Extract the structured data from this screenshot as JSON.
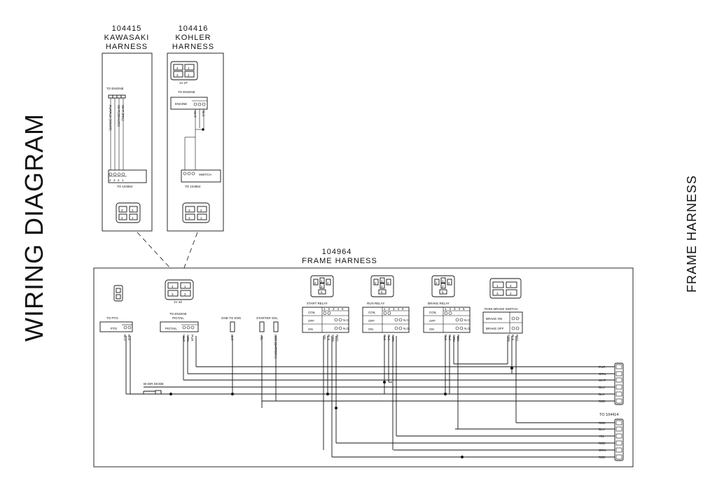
{
  "titles": {
    "left": "WIRING DIAGRAM",
    "right": "FRAME HARNESS"
  },
  "kawasaki": {
    "part": "104415",
    "line1": "KAWASAKI",
    "line2": "HARNESS",
    "to_engine": "TO ENGINE",
    "to_bottom": "TO 104964",
    "wire_labels": [
      "PURPLE (START)",
      "WHT(SEALED)",
      "BLK",
      "WHT (FEL)"
    ],
    "pins": [
      "1",
      "2",
      "3",
      "4"
    ]
  },
  "kohler": {
    "part": "104416",
    "line1": "KOHLER",
    "line2": "HARNESS",
    "to_engine": "TO ENGINE",
    "engine": "ENGINE",
    "switch": "SWITCH",
    "to_bottom": "TO 104964",
    "top_label": "1V 2T",
    "pins": [
      "1",
      "2",
      "3",
      "4"
    ],
    "wire_labels": [
      "WHT",
      "BLK"
    ]
  },
  "frame": {
    "part": "104964",
    "name": "FRAME HARNESS",
    "to_pto": "TO PTO",
    "pto": "PTO",
    "to_engine": "TO ENGINE",
    "pigtail_top": "PIGTAIL",
    "pigtail": "PIGTAIL",
    "gnd": "GND TO ENG",
    "starter": "STARTER SOL",
    "start_relay": "START RELAY",
    "run_relay": "RUN RELAY",
    "brake_relay": "BRAKE RELAY",
    "park_brake": "PARK BRAKE SWITCH",
    "brake_on": "BRAKE ON",
    "brake_off": "BRAKE OFF",
    "coil": "COIL",
    "off": "OFF",
    "on": "ON",
    "nc": "N.C.",
    "no": "N.O.",
    "diode": "BI-DIR DIODE",
    "to_right": "TO 104414",
    "conn_label": "1V 4Z",
    "pto_wires": [
      "BLU",
      "BLK"
    ],
    "pigtail_wires": [
      "WHT",
      "GRN",
      "PUR"
    ],
    "gnd_wire": "BLK",
    "starter_wires": [
      "YEL",
      "RED (BATTERY)"
    ],
    "start_wires": [
      "YEL",
      "BLK",
      "GRN",
      "RED"
    ],
    "run_wires": [
      "BLK",
      "BLK",
      "GRN"
    ],
    "brake_wires": [
      "BLK",
      "BLK",
      "GRN",
      "RED"
    ],
    "park_wires": [
      "GRN",
      "BLK",
      "RED"
    ],
    "upper_bus": [
      "PUR",
      "GRN",
      "WHT",
      "BLU",
      "BLK",
      "RED"
    ],
    "lower_bus": [
      "RED",
      "BLU",
      "YEL",
      "RED",
      "GRN",
      "RED"
    ],
    "relay_pins": [
      "1",
      "2",
      "3",
      "4",
      "5"
    ]
  }
}
